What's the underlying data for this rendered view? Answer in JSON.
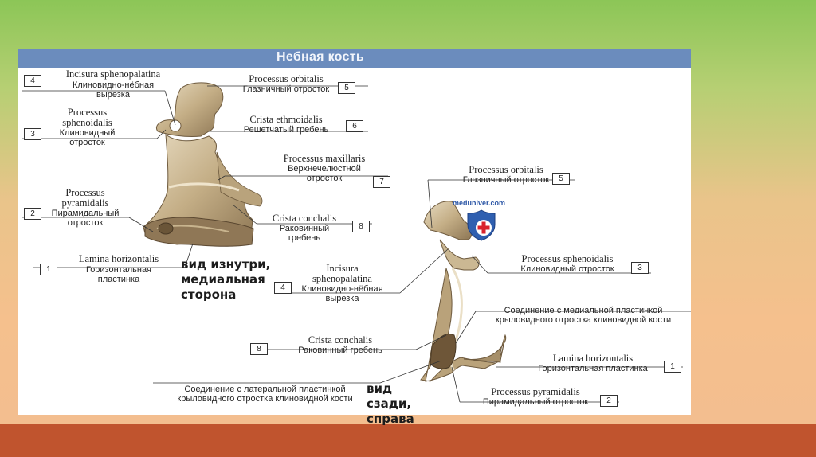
{
  "title": "Небная кость",
  "watermark": "meduniver.com",
  "views": {
    "inner": "вид изнутри, медиальная сторона",
    "back": "вид сзади, справа"
  },
  "left_labels": [
    {
      "num": "4",
      "latin": "Incisura sphenopalatina",
      "ru": "Клиновидно-нёбная вырезка"
    },
    {
      "num": "5",
      "latin": "Processus orbitalis",
      "ru": "Глазничный отросток"
    },
    {
      "num": "3",
      "latin": "Processus sphenoidalis",
      "ru": "Клиновидный отросток"
    },
    {
      "num": "6",
      "latin": "Crista ethmoidalis",
      "ru": "Решетчатый гребень"
    },
    {
      "num": "7",
      "latin": "Processus maxillaris",
      "ru": "Верхнечелюстной отросток"
    },
    {
      "num": "2",
      "latin": "Processus pyramidalis",
      "ru": "Пирамидальный отросток"
    },
    {
      "num": "8",
      "latin": "Crista conchalis",
      "ru": "Раковинный гребень"
    },
    {
      "num": "1",
      "latin": "Lamina horizontalis",
      "ru": "Горизонтальная пластинка"
    }
  ],
  "right_labels": [
    {
      "num": "5",
      "latin": "Processus orbitalis",
      "ru": "Глазничный отросток"
    },
    {
      "num": "3",
      "latin": "Processus sphenoidalis",
      "ru": "Клиновидный отросток"
    },
    {
      "num": "4",
      "latin": "Incisura sphenopalatina",
      "ru": "Клиновидно-нёбная вырезка"
    },
    {
      "num": "",
      "latin": "",
      "ru": "Соединение с медиальной пластинкой крыловидного отростка клиновидной кости"
    },
    {
      "num": "8",
      "latin": "Crista conchalis",
      "ru": "Раковинный гребень"
    },
    {
      "num": "1",
      "latin": "Lamina horizontalis",
      "ru": "Горизонтальная пластинка"
    },
    {
      "num": "",
      "latin": "",
      "ru": "Соединение с латеральной пластинкой крыловидного отростка клиновидной кости"
    },
    {
      "num": "2",
      "latin": "Processus pyramidalis",
      "ru": "Пирамидальный отросток"
    }
  ],
  "colors": {
    "header": "#6b8cbd",
    "bottom_band": "#c0542e",
    "bone": "#c9b58f",
    "bone_dark": "#7a6446"
  }
}
